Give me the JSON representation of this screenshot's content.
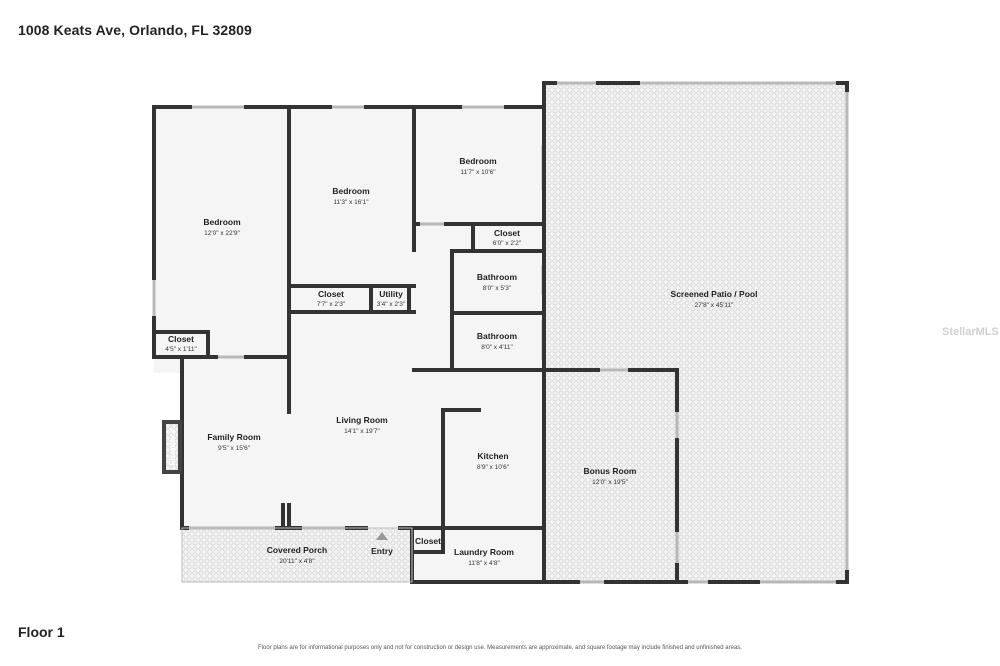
{
  "header": {
    "address": "1008 Keats Ave, Orlando, FL 32809"
  },
  "floor_label": "Floor 1",
  "disclaimer": "Floor plans are for informational purposes only and not for construction or design use. Measurements are approximate, and square footage may include finished and unfinished areas.",
  "watermark": "StellarMLS",
  "rooms": {
    "bedroom_left": {
      "name": "Bedroom",
      "dims": "12'0\" x 22'9\""
    },
    "bedroom_center": {
      "name": "Bedroom",
      "dims": "11'3\" x 16'1\""
    },
    "bedroom_right": {
      "name": "Bedroom",
      "dims": "11'7\" x 10'6\""
    },
    "closet_right": {
      "name": "Closet",
      "dims": "6'0\" x 2'2\""
    },
    "bathroom_1": {
      "name": "Bathroom",
      "dims": "8'0\" x 5'3\""
    },
    "bathroom_2": {
      "name": "Bathroom",
      "dims": "8'0\" x 4'11\""
    },
    "closet_center": {
      "name": "Closet",
      "dims": "7'7\" x 2'3\""
    },
    "utility": {
      "name": "Utility",
      "dims": "3'4\" x 2'3\""
    },
    "closet_left": {
      "name": "Closet",
      "dims": "4'5\" x 1'11\""
    },
    "screened_patio": {
      "name": "Screened Patio / Pool",
      "dims": "27'8\" x 45'11\""
    },
    "living_room": {
      "name": "Living Room",
      "dims": "14'1\" x 19'7\""
    },
    "family_room": {
      "name": "Family Room",
      "dims": "9'5\" x 15'6\""
    },
    "fireplace": {
      "name": "Fireplace"
    },
    "kitchen": {
      "name": "Kitchen",
      "dims": "8'9\" x 10'6\""
    },
    "bonus_room": {
      "name": "Bonus Room",
      "dims": "12'0\" x 19'5\""
    },
    "covered_porch": {
      "name": "Covered Porch",
      "dims": "20'11\" x 4'8\""
    },
    "entry": {
      "name": "Entry"
    },
    "closet_entry": {
      "name": "Closet"
    },
    "laundry_room": {
      "name": "Laundry Room",
      "dims": "11'8\" x 4'8\""
    }
  }
}
